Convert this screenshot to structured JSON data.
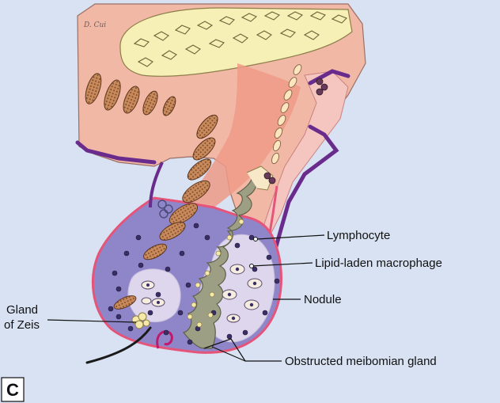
{
  "signature": "D. Cui",
  "panel_letter": "C",
  "labels": {
    "lymphocyte": "Lymphocyte",
    "lipid_macrophage": "Lipid-laden macrophage",
    "nodule": "Nodule",
    "gland_zeis_line1": "Gland",
    "gland_zeis_line2": "of Zeis",
    "obstructed_gland": "Obstructed meibomian gland"
  },
  "colors": {
    "background": "#d8e2f2",
    "skin": "#f2b8a6",
    "tarsus": "#f7f0b6",
    "granuloma": "#8f86c9",
    "nodule": "#ddd6ec",
    "gland": "#9d9f84",
    "muscle": "#b87a50",
    "purple_border": "#6a2c8c",
    "pink_border": "#e5557a"
  }
}
